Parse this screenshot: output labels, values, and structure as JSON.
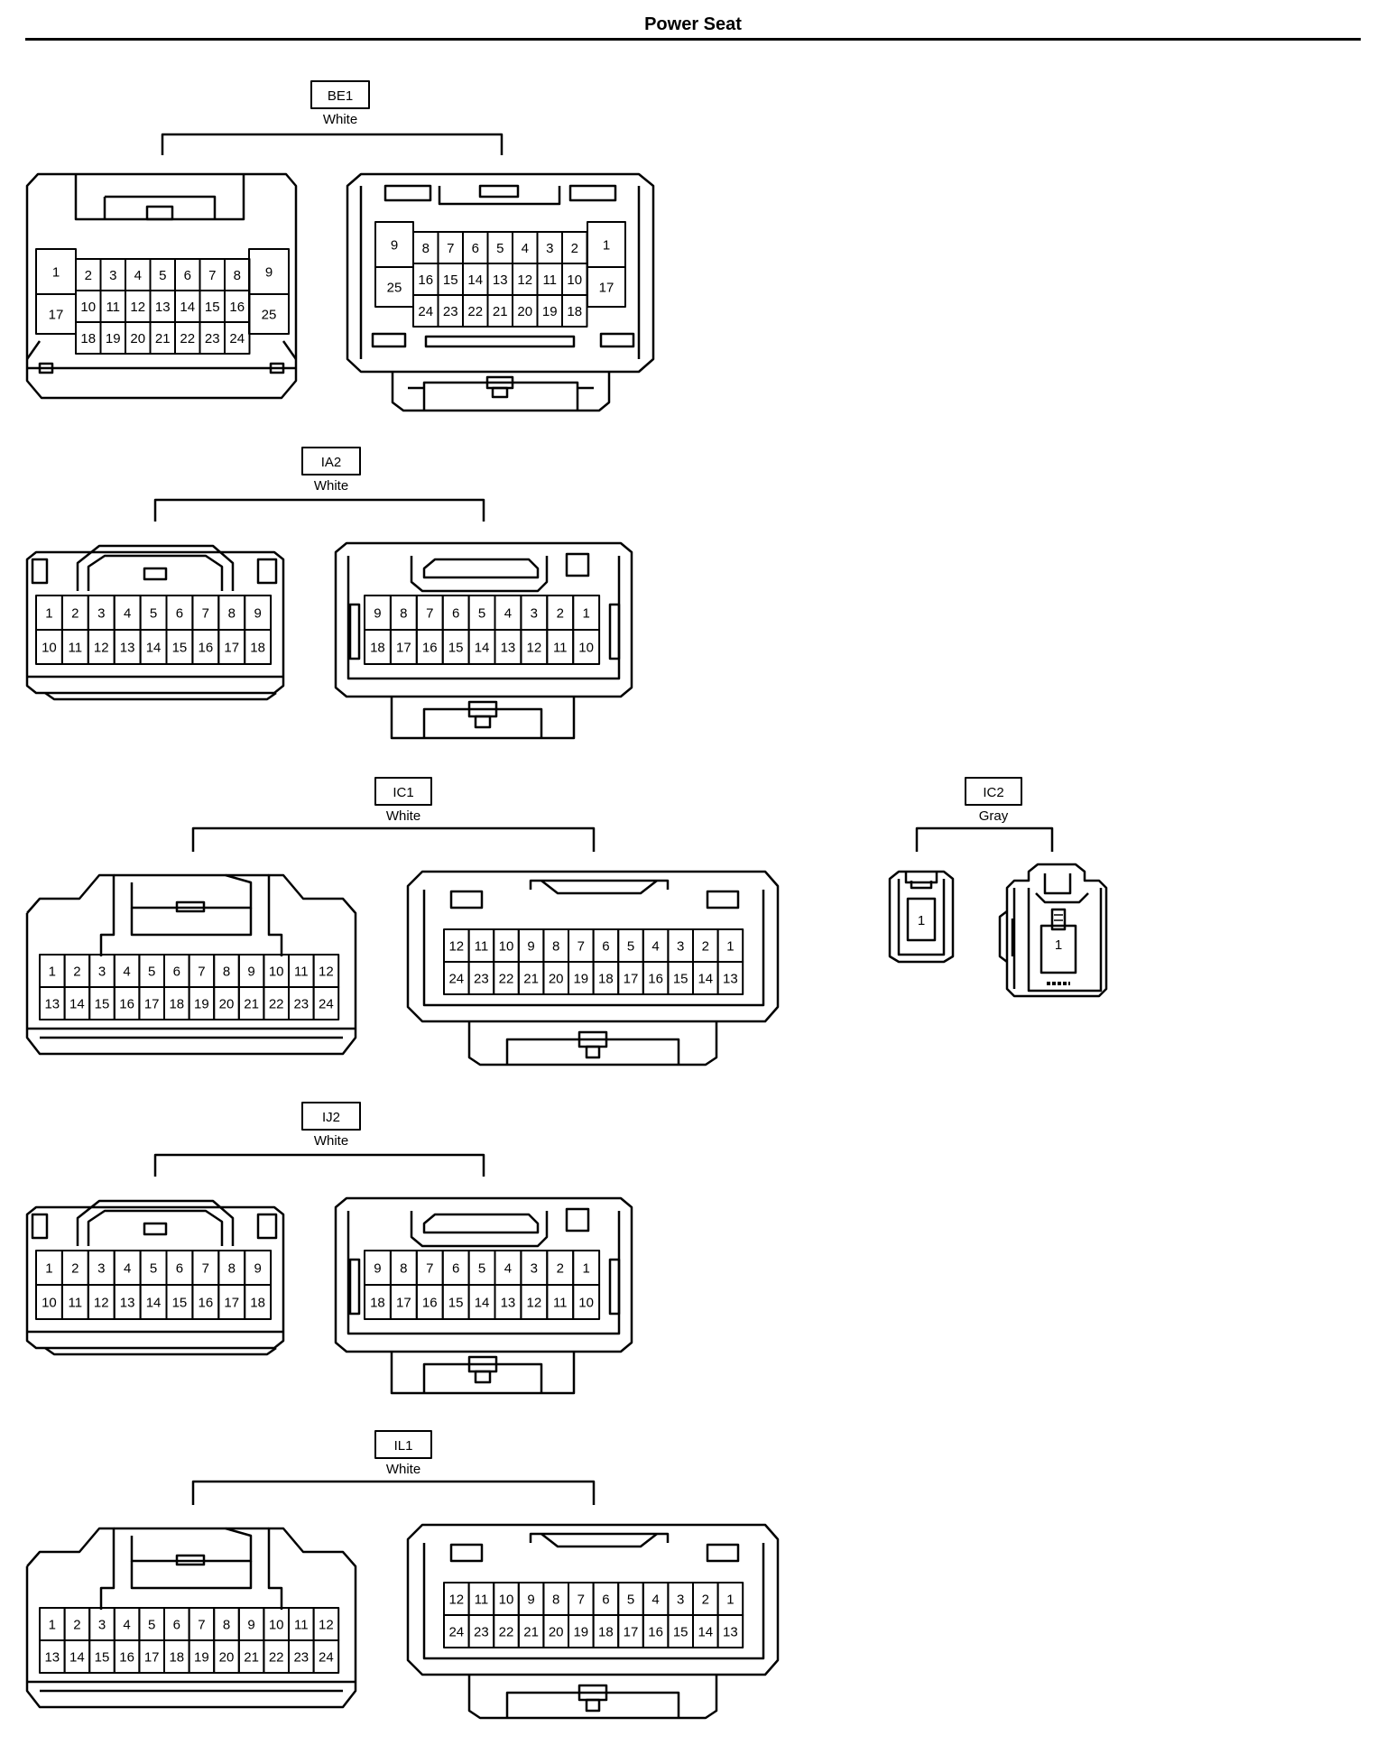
{
  "page_title": "Power Seat",
  "connectors": [
    {
      "code": "BE1",
      "color": "White",
      "left_view": {
        "rows": [
          [
            "1",
            "2",
            "3",
            "4",
            "5",
            "6",
            "7",
            "8",
            "9"
          ],
          [
            "17",
            "10",
            "11",
            "12",
            "13",
            "14",
            "15",
            "16",
            "25"
          ],
          [
            "18",
            "19",
            "20",
            "21",
            "22",
            "23",
            "24"
          ]
        ]
      },
      "right_view": {
        "rows": [
          [
            "9",
            "8",
            "7",
            "6",
            "5",
            "4",
            "3",
            "2",
            "1"
          ],
          [
            "25",
            "16",
            "15",
            "14",
            "13",
            "12",
            "11",
            "10",
            "17"
          ],
          [
            "24",
            "23",
            "22",
            "21",
            "20",
            "19",
            "18"
          ]
        ]
      }
    },
    {
      "code": "IA2",
      "color": "White",
      "left_view": {
        "rows": [
          [
            "1",
            "2",
            "3",
            "4",
            "5",
            "6",
            "7",
            "8",
            "9"
          ],
          [
            "10",
            "11",
            "12",
            "13",
            "14",
            "15",
            "16",
            "17",
            "18"
          ]
        ]
      },
      "right_view": {
        "rows": [
          [
            "9",
            "8",
            "7",
            "6",
            "5",
            "4",
            "3",
            "2",
            "1"
          ],
          [
            "18",
            "17",
            "16",
            "15",
            "14",
            "13",
            "12",
            "11",
            "10"
          ]
        ]
      }
    },
    {
      "code": "IC1",
      "color": "White",
      "left_view": {
        "rows": [
          [
            "1",
            "2",
            "3",
            "4",
            "5",
            "6",
            "7",
            "8",
            "9",
            "10",
            "11",
            "12"
          ],
          [
            "13",
            "14",
            "15",
            "16",
            "17",
            "18",
            "19",
            "20",
            "21",
            "22",
            "23",
            "24"
          ]
        ]
      },
      "right_view": {
        "rows": [
          [
            "12",
            "11",
            "10",
            "9",
            "8",
            "7",
            "6",
            "5",
            "4",
            "3",
            "2",
            "1"
          ],
          [
            "24",
            "23",
            "22",
            "21",
            "20",
            "19",
            "18",
            "17",
            "16",
            "15",
            "14",
            "13"
          ]
        ]
      }
    },
    {
      "code": "IC2",
      "color": "Gray",
      "left_view": {
        "rows": [
          [
            "1"
          ]
        ]
      },
      "right_view": {
        "rows": [
          [
            "1"
          ]
        ]
      }
    },
    {
      "code": "IJ2",
      "color": "White",
      "left_view": {
        "rows": [
          [
            "1",
            "2",
            "3",
            "4",
            "5",
            "6",
            "7",
            "8",
            "9"
          ],
          [
            "10",
            "11",
            "12",
            "13",
            "14",
            "15",
            "16",
            "17",
            "18"
          ]
        ]
      },
      "right_view": {
        "rows": [
          [
            "9",
            "8",
            "7",
            "6",
            "5",
            "4",
            "3",
            "2",
            "1"
          ],
          [
            "18",
            "17",
            "16",
            "15",
            "14",
            "13",
            "12",
            "11",
            "10"
          ]
        ]
      }
    },
    {
      "code": "IL1",
      "color": "White",
      "left_view": {
        "rows": [
          [
            "1",
            "2",
            "3",
            "4",
            "5",
            "6",
            "7",
            "8",
            "9",
            "10",
            "11",
            "12"
          ],
          [
            "13",
            "14",
            "15",
            "16",
            "17",
            "18",
            "19",
            "20",
            "21",
            "22",
            "23",
            "24"
          ]
        ]
      },
      "right_view": {
        "rows": [
          [
            "12",
            "11",
            "10",
            "9",
            "8",
            "7",
            "6",
            "5",
            "4",
            "3",
            "2",
            "1"
          ],
          [
            "24",
            "23",
            "22",
            "21",
            "20",
            "19",
            "18",
            "17",
            "16",
            "15",
            "14",
            "13"
          ]
        ]
      }
    }
  ]
}
